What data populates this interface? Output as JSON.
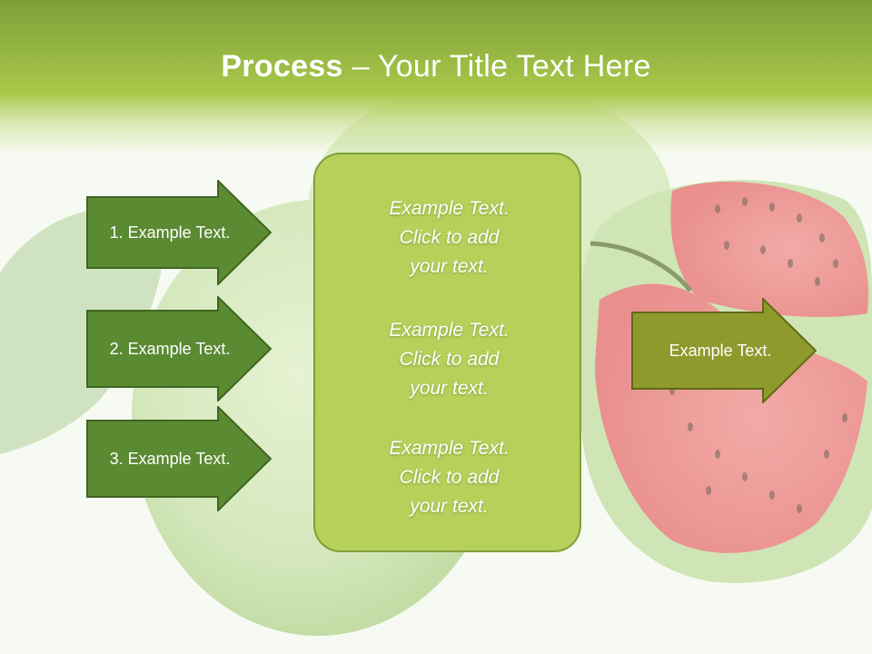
{
  "title": {
    "bold": "Process",
    "rest": " – Your Title Text Here"
  },
  "steps": [
    {
      "label": "1. Example Text."
    },
    {
      "label": "2. Example Text."
    },
    {
      "label": "3. Example Text."
    }
  ],
  "center_box": {
    "paragraphs": [
      {
        "line1": "Example Text.",
        "line2": "Click  to add",
        "line3": "your text."
      },
      {
        "line1": "Example Text.",
        "line2": "Click  to add",
        "line3": "your text."
      },
      {
        "line1": "Example Text.",
        "line2": "Click  to add",
        "line3": "your text."
      }
    ]
  },
  "output": {
    "label": "Example Text."
  },
  "colors": {
    "header": "#8aab3c",
    "step_arrow": "#5a8a32",
    "center_box": "#b6d05a",
    "output_arrow": "#8e9a2c"
  }
}
